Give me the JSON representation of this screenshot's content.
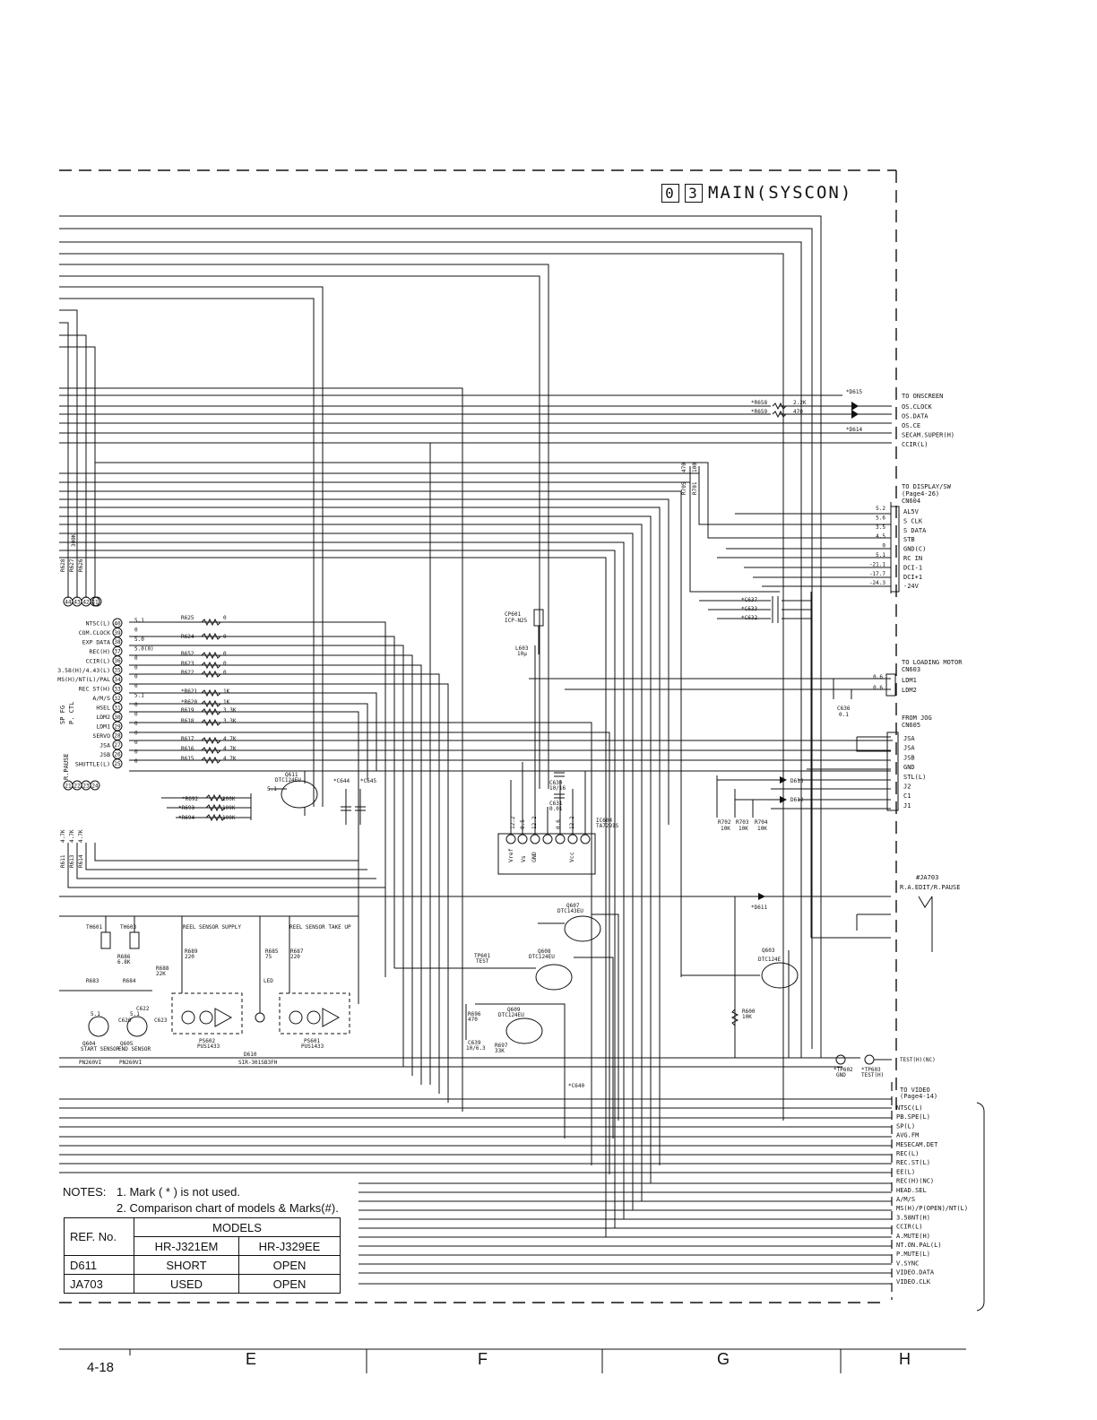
{
  "header": {
    "sheet_num": [
      "0",
      "3"
    ],
    "sheet_title": "MAIN(SYSCON)"
  },
  "connectors": {
    "onscreen": {
      "title": "TO ONSCREEN",
      "pins": [
        "OS.CLOCK",
        "OS.DATA",
        "OS.CE",
        "SECAM.SUPER(H)",
        "CCIR(L)"
      ]
    },
    "display": {
      "title": "TO DISPLAY/SW",
      "page": "(Page4-26)",
      "ref": "CN604",
      "pins": [
        "AL5V",
        "S CLK",
        "S DATA",
        "STB",
        "GND(C)",
        "RC IN",
        "DCI-1",
        "DCI+1",
        "-24V"
      ],
      "voltages": [
        "5.2",
        "5.6",
        "3.5",
        "4.5",
        "0",
        "5.1",
        "-21.1",
        "-17.7",
        "-24.3"
      ]
    },
    "loading": {
      "title": "TO LOADING MOTOR",
      "ref": "CN603",
      "pins": [
        "LDM1",
        "LDM2"
      ],
      "voltages": [
        "0.6",
        "0.6"
      ]
    },
    "jog": {
      "title": "FROM JOG",
      "ref": "CN605",
      "pins": [
        "JSA",
        "JSA",
        "JSB",
        "GND",
        "STL(L)",
        "J2",
        "C1",
        "J1"
      ]
    },
    "ja703": {
      "ref": "#JA703",
      "label": "R.A.EDIT/R.PAUSE"
    },
    "video": {
      "title": "TO VIDEO",
      "page": "(Page4-14)",
      "pins": [
        "NTSC(L)",
        "PB.SPE(L)",
        "SP(L)",
        "AVG.FM",
        "MESECAM.DET",
        "REC(L)",
        "REC.ST(L)",
        "EE(L)",
        "REC(H)(NC)",
        "HEAD.SEL",
        "A/M/S",
        "MS(H)/P(OPEN)/NT(L)",
        "3.58NT(H)",
        "CCIR(L)",
        "A.MUTE(H)",
        "NT.ON.PAL(L)",
        "P.MUTE(L)",
        "V.SYNC",
        "VIDEO.DATA",
        "VIDEO.CLK"
      ]
    }
  },
  "ic_pins": {
    "labels": [
      "NTSC(L)",
      "COM.CLOCK",
      "EXP DATA",
      "REC(H)",
      "CCIR(L)",
      "3.58(H)/4.43(L)",
      "MS(H)/NT(L)/PAL",
      "REC ST(H)",
      "A/M/S",
      "HSEL",
      "LDM2",
      "LDM1",
      "SERVO",
      "JSA",
      "JSB",
      "SHUTTLE(L)"
    ],
    "numbers": [
      "40",
      "39",
      "38",
      "37",
      "36",
      "35",
      "34",
      "33",
      "32",
      "31",
      "30",
      "29",
      "28",
      "27",
      "26",
      "25"
    ],
    "voltages": [
      "5.1",
      "0",
      "5.0",
      "5.0(0)",
      "0",
      "0",
      "0",
      "0",
      "5.1",
      "0",
      "0",
      "0",
      "0",
      "0",
      "0",
      "0"
    ],
    "top_numbers": [
      "44",
      "43",
      "42",
      "41"
    ],
    "bottom_numbers": [
      "21",
      "22",
      "23",
      "24"
    ]
  },
  "resistors_ic": [
    {
      "ref": "R625",
      "value": "0"
    },
    {
      "ref": "R624",
      "value": "0"
    },
    {
      "ref": "R652",
      "value": "0"
    },
    {
      "ref": "R623",
      "value": "0"
    },
    {
      "ref": "R622",
      "value": "0"
    },
    {
      "ref": "*R621",
      "value": "1K"
    },
    {
      "ref": "*R620",
      "value": "1K"
    },
    {
      "ref": "R619",
      "value": "3.3K"
    },
    {
      "ref": "R618",
      "value": "3.3K"
    },
    {
      "ref": "R617",
      "value": "4.7K"
    },
    {
      "ref": "R616",
      "value": "4.7K"
    },
    {
      "ref": "R615",
      "value": "4.7K"
    }
  ],
  "components": {
    "r658": "*R658",
    "r658v": "2.2K",
    "r659": "*R659",
    "r659v": "470",
    "d615": "*D615",
    "d614": "*D614",
    "r705": "R705",
    "r705v": "470",
    "r701": "R701",
    "r701v": "100",
    "c637": "*C637",
    "c633": "*C633",
    "c632": "*C632",
    "cp601": "CP601",
    "cp601v": "ICP-N25",
    "l603": "L603",
    "l603v": "10μ",
    "c636": "C636",
    "c636v": "0.1",
    "d613": "D613",
    "d612": "D612",
    "r702": "R702",
    "r703": "R703",
    "r704": "R704",
    "r10k": "10K",
    "ic604": "IC604",
    "ic604v": "TA7291S",
    "ic_pins": [
      "Vref",
      "Vs",
      "GND",
      "Vcc"
    ],
    "ic_volts": [
      "12.2",
      "0.5",
      "12.2",
      "0.6",
      "12.2"
    ],
    "c630": "C630",
    "c630v": "10/16",
    "c631": "C631",
    "c631v": "0.01",
    "q611": "Q611",
    "q611v": "DTC124EU",
    "c644": "*C644",
    "c645": "*C645",
    "r692": "*R692",
    "r693": "*R693",
    "r694": "*R694",
    "r100k": "100K",
    "q607": "Q607",
    "q607v": "DTC143EU",
    "q608": "Q608",
    "q608v": "DTC124EU",
    "q609": "Q609",
    "q609v": "DTC124EU",
    "q603": "Q603",
    "q603v": "DTC124E",
    "d611": "*D611",
    "tp601": "TP601",
    "tp601v": "TEST",
    "r696": "R696",
    "r696v": "470",
    "c639": "C639",
    "c639v": "10/6.3",
    "r697": "R697",
    "r697v": "33K",
    "r600": "R600",
    "r600v": "10K",
    "tp602": "*TP602",
    "tp602v": "GND",
    "tp603": "*TP603",
    "tp603v": "TEST(H)",
    "test_label": "TEST(H)(NC)",
    "c640": "*C640",
    "th601": "TH601",
    "th603": "TH603",
    "reel_supply": "REEL SENSOR SUPPLY",
    "reel_takeup": "REEL SENSOR TAKE UP",
    "r689": "R689",
    "r689v": "220",
    "r685": "R685",
    "r685v": "75",
    "r687": "R687",
    "r687v": "220",
    "r683": "R683",
    "r684": "R684",
    "r686": "R686",
    "r686v": "6.8K",
    "r688": "R688",
    "r688v": "22K",
    "led": "LED",
    "q604": "Q604",
    "start_sensor": "START SENSOR",
    "q605": "Q605",
    "end_sensor": "END SENSOR",
    "pn_a": "PN260VI",
    "pn_b": "PN260VI",
    "ps602": "PS602",
    "ps602v": "PUS1433",
    "ps601": "PS601",
    "ps601v": "PUS1433",
    "d610": "D610",
    "d610v": "SIR-301SB3FH",
    "c620": "C620",
    "c622": "C622",
    "c623": "C623",
    "v51": "5.1",
    "left_labels": [
      "SP FG",
      "P. CTL",
      "R.PAUSE"
    ],
    "r611": "R611",
    "r613": "R613",
    "r614": "R614",
    "r47k": "4.7K",
    "r628": "R628",
    "r627": "R627",
    "r626": "R626",
    "r630k": "300K"
  },
  "notes": {
    "heading": "NOTES:",
    "items": [
      "1. Mark ( * ) is not used.",
      "2. Comparison chart of models & Marks(#)."
    ]
  },
  "comparison": {
    "ref_header": "REF. No.",
    "models_header": "MODELS",
    "models": [
      "HR-J321EM",
      "HR-J329EE"
    ],
    "rows": [
      {
        "ref": "D611",
        "a": "SHORT",
        "b": "OPEN"
      },
      {
        "ref": "JA703",
        "a": "USED",
        "b": "OPEN"
      }
    ]
  },
  "footer": {
    "page": "4-18",
    "zones": [
      "E",
      "F",
      "G",
      "H"
    ]
  }
}
